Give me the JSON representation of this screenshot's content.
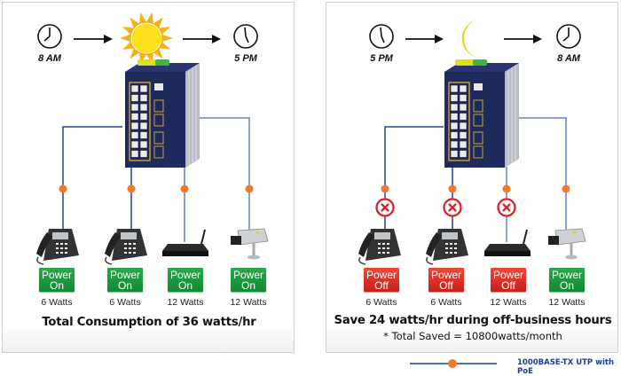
{
  "colors": {
    "cable": "#2b3f9a",
    "cable_light": "#6b7fc8",
    "poe_dot": "#f07a2a",
    "power_on": "#1b9a3e",
    "power_off": "#de3227",
    "blocked_mark": "#d8232a",
    "sun": "#f5c400",
    "moon": "#f2cc00",
    "legend_text": "#1d3f8f"
  },
  "left_panel": {
    "timeline": {
      "start": "8 AM",
      "end": "5 PM",
      "period_icon": "sun-icon"
    },
    "devices": [
      {
        "type": "ip-phone",
        "icon": "ip-phone-icon",
        "status": "Power On",
        "status_line1": "Power",
        "status_line2": "On",
        "state": "on",
        "watts": "6 Watts"
      },
      {
        "type": "ip-phone",
        "icon": "ip-phone-icon",
        "status": "Power On",
        "status_line1": "Power",
        "status_line2": "On",
        "state": "on",
        "watts": "6 Watts"
      },
      {
        "type": "wireless-ap",
        "icon": "wireless-router-icon",
        "status": "Power On",
        "status_line1": "Power",
        "status_line2": "On",
        "state": "on",
        "watts": "12 Watts"
      },
      {
        "type": "ip-camera",
        "icon": "ip-camera-icon",
        "status": "Power On",
        "status_line1": "Power",
        "status_line2": "On",
        "state": "on",
        "watts": "12 Watts"
      }
    ],
    "summary": "Total Consumption of 36 watts/hr"
  },
  "right_panel": {
    "timeline": {
      "start": "5 PM",
      "end": "8 AM",
      "period_icon": "moon-icon"
    },
    "devices": [
      {
        "type": "ip-phone",
        "icon": "ip-phone-icon",
        "status": "Power Off",
        "status_line1": "Power",
        "status_line2": "Off",
        "state": "off",
        "blocked": true,
        "watts": "6 Watts"
      },
      {
        "type": "ip-phone",
        "icon": "ip-phone-icon",
        "status": "Power Off",
        "status_line1": "Power",
        "status_line2": "Off",
        "state": "off",
        "blocked": true,
        "watts": "6 Watts"
      },
      {
        "type": "wireless-ap",
        "icon": "wireless-router-icon",
        "status": "Power Off",
        "status_line1": "Power",
        "status_line2": "Off",
        "state": "off",
        "blocked": true,
        "watts": "12 Watts"
      },
      {
        "type": "ip-camera",
        "icon": "ip-camera-icon",
        "status": "Power On",
        "status_line1": "Power",
        "status_line2": "On",
        "state": "on",
        "blocked": false,
        "watts": "12 Watts"
      }
    ],
    "summary": "Save 24 watts/hr during off-business hours",
    "subsummary": "* Total Saved = 10800watts/month"
  },
  "poe_label": "PoE",
  "legend": {
    "label": "1000BASE-TX UTP with PoE",
    "icon": "poe-cable-icon"
  }
}
